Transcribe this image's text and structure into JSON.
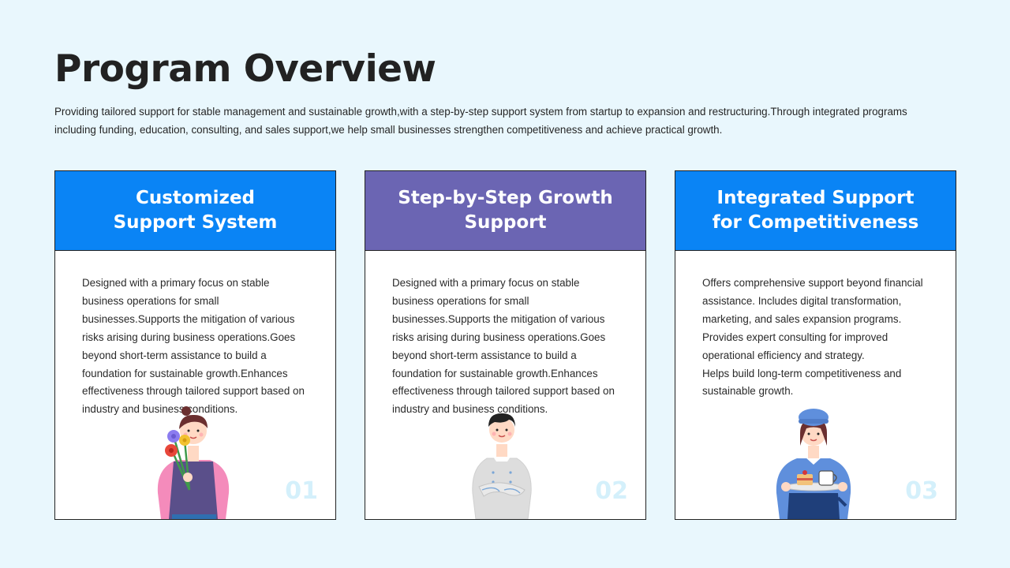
{
  "page": {
    "title": "Program Overview",
    "subtitle": "Providing tailored support for stable management and sustainable growth,with a step-by-step support system from startup to expansion and restructuring.Through integrated programs including funding, education, consulting, and sales support,we help small businesses strengthen competitiveness and achieve practical growth."
  },
  "cards": [
    {
      "title": "Customized\nSupport System",
      "body": "Designed with a primary focus on stable\nbusiness operations for small\nbusinesses.Supports the mitigation of various\nrisks arising during business operations.Goes\nbeyond short-term assistance to build a\nfoundation for sustainable growth.Enhances\neffectiveness through tailored support based on\nindustry and business conditions.",
      "number": "01",
      "header_color": "#0a84f5",
      "illustration": "florist-with-flowers"
    },
    {
      "title": "Step-by-Step Growth\nSupport",
      "body": "Designed with a primary focus on stable\nbusiness operations for small\nbusinesses.Supports the mitigation of various\nrisks arising during business operations.Goes\nbeyond short-term assistance to build a\nfoundation for sustainable growth.Enhances\neffectiveness through tailored support based on\nindustry and business conditions.",
      "number": "02",
      "header_color": "#6b65b3",
      "illustration": "chef-arms-crossed"
    },
    {
      "title": "Integrated Support\nfor Competitiveness",
      "body": "Offers comprehensive support beyond financial\nassistance. Includes digital transformation,\nmarketing, and sales expansion programs.\nProvides expert consulting for improved\noperational efficiency and strategy.\nHelps build long-term competitiveness and\nsustainable growth.",
      "number": "03",
      "header_color": "#0a84f5",
      "illustration": "barista-with-cake-and-coffee"
    }
  ],
  "colors": {
    "background": "#e9f7fd",
    "number_text": "#d4f0fb"
  }
}
